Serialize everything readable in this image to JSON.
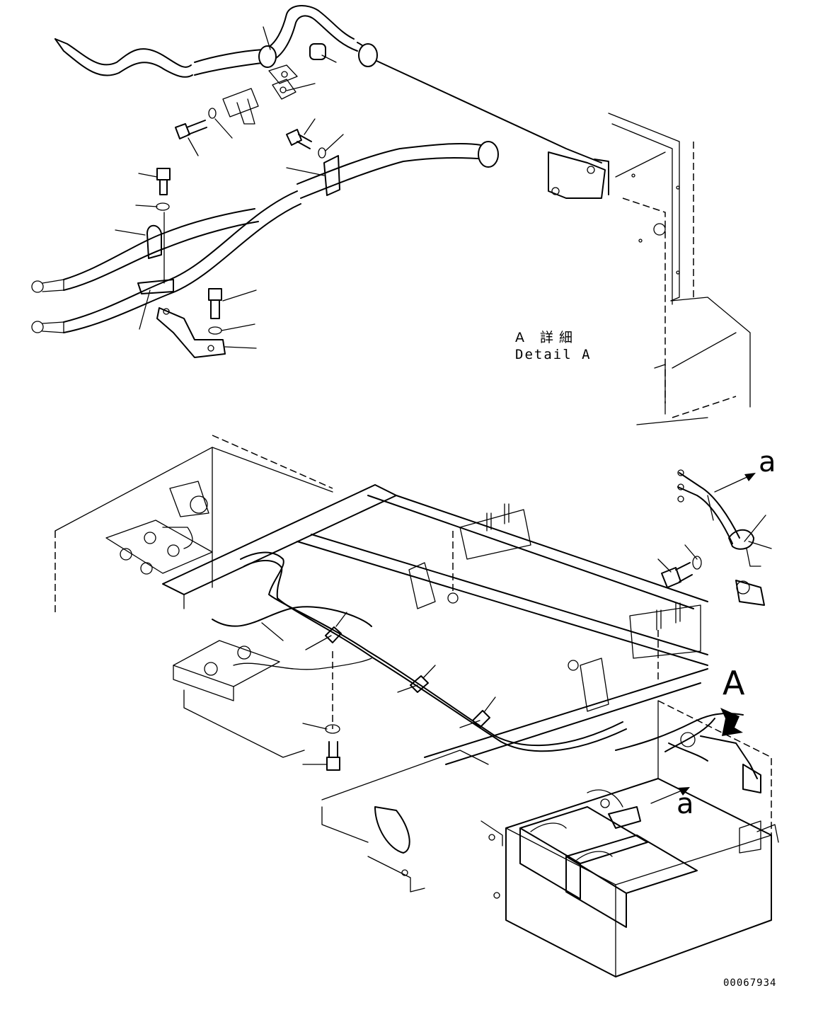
{
  "detail": {
    "title_jp": "A 詳細",
    "title_en": "Detail A"
  },
  "view": {
    "arrow_label": "A",
    "ref_label_1": "a",
    "ref_label_2": "a"
  },
  "drawing_number": "00067934"
}
